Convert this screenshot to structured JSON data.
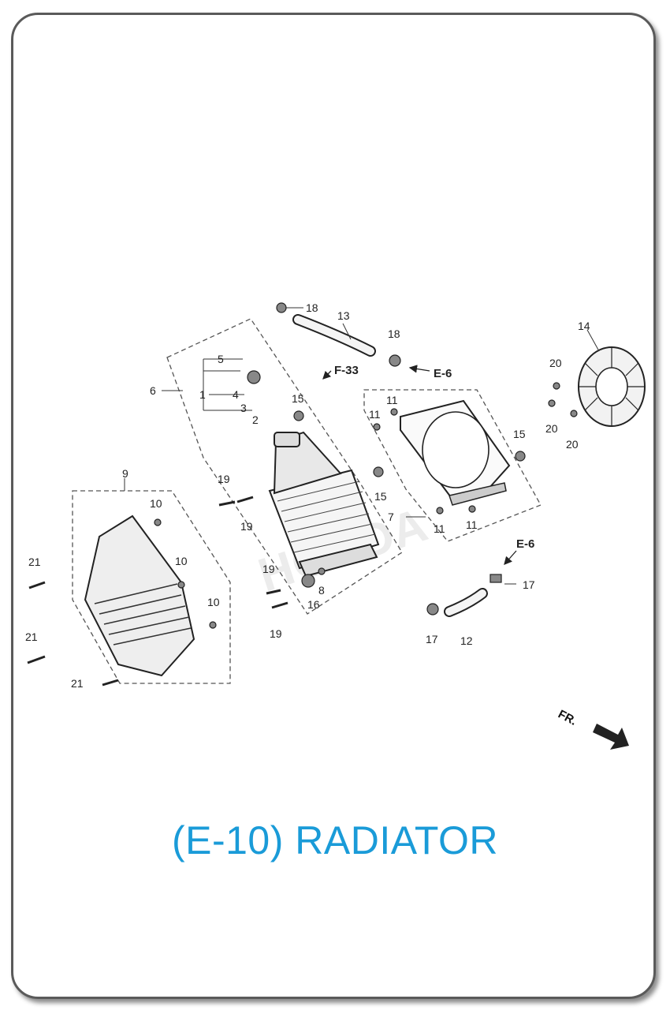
{
  "title": "(E-10) RADIATOR",
  "accent_color": "#1a9bd8",
  "refs": {
    "f33": "F-33",
    "e6_top": "E-6",
    "e6_bottom": "E-6"
  },
  "direction_label": "FR.",
  "watermark": "HONDA",
  "callouts": {
    "c1": "1",
    "c2": "2",
    "c3": "3",
    "c4": "4",
    "c5": "5",
    "c6": "6",
    "c7": "7",
    "c8": "8",
    "c9": "9",
    "c10a": "10",
    "c10b": "10",
    "c10c": "10",
    "c11a": "11",
    "c11b": "11",
    "c11c": "11",
    "c11d": "11",
    "c12": "12",
    "c13": "13",
    "c14": "14",
    "c15a": "15",
    "c15b": "15",
    "c15c": "15",
    "c16": "16",
    "c17a": "17",
    "c17b": "17",
    "c18a": "18",
    "c18b": "18",
    "c19a": "19",
    "c19b": "19",
    "c19c": "19",
    "c19d": "19",
    "c20a": "20",
    "c20b": "20",
    "c20c": "20",
    "c21a": "21",
    "c21b": "21",
    "c21c": "21"
  }
}
